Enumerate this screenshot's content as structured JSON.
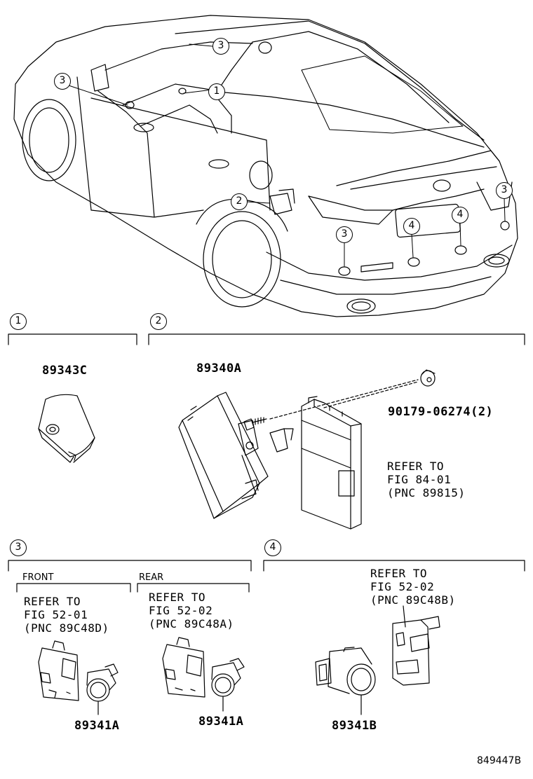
{
  "callouts": {
    "c1": "1",
    "c2": "2",
    "c3": "3",
    "c4": "4"
  },
  "parts": {
    "p89343C": "89343C",
    "p89340A": "89340A",
    "p90179": "90179-06274(2)",
    "p89341A_front": "89341A",
    "p89341A_rear": "89341A",
    "p89341B": "89341B"
  },
  "refs": {
    "sec2": "REFER TO\nFIG 84-01\n(PNC 89815)",
    "front": "REFER TO\nFIG 52-01\n(PNC 89C48D)",
    "rear": "REFER TO\nFIG 52-02\n(PNC 89C48A)",
    "sec4": "REFER TO\nFIG 52-02\n(PNC 89C48B)"
  },
  "sublabels": {
    "front": "FRONT",
    "rear": "REAR"
  },
  "illustration_id": "849447B"
}
